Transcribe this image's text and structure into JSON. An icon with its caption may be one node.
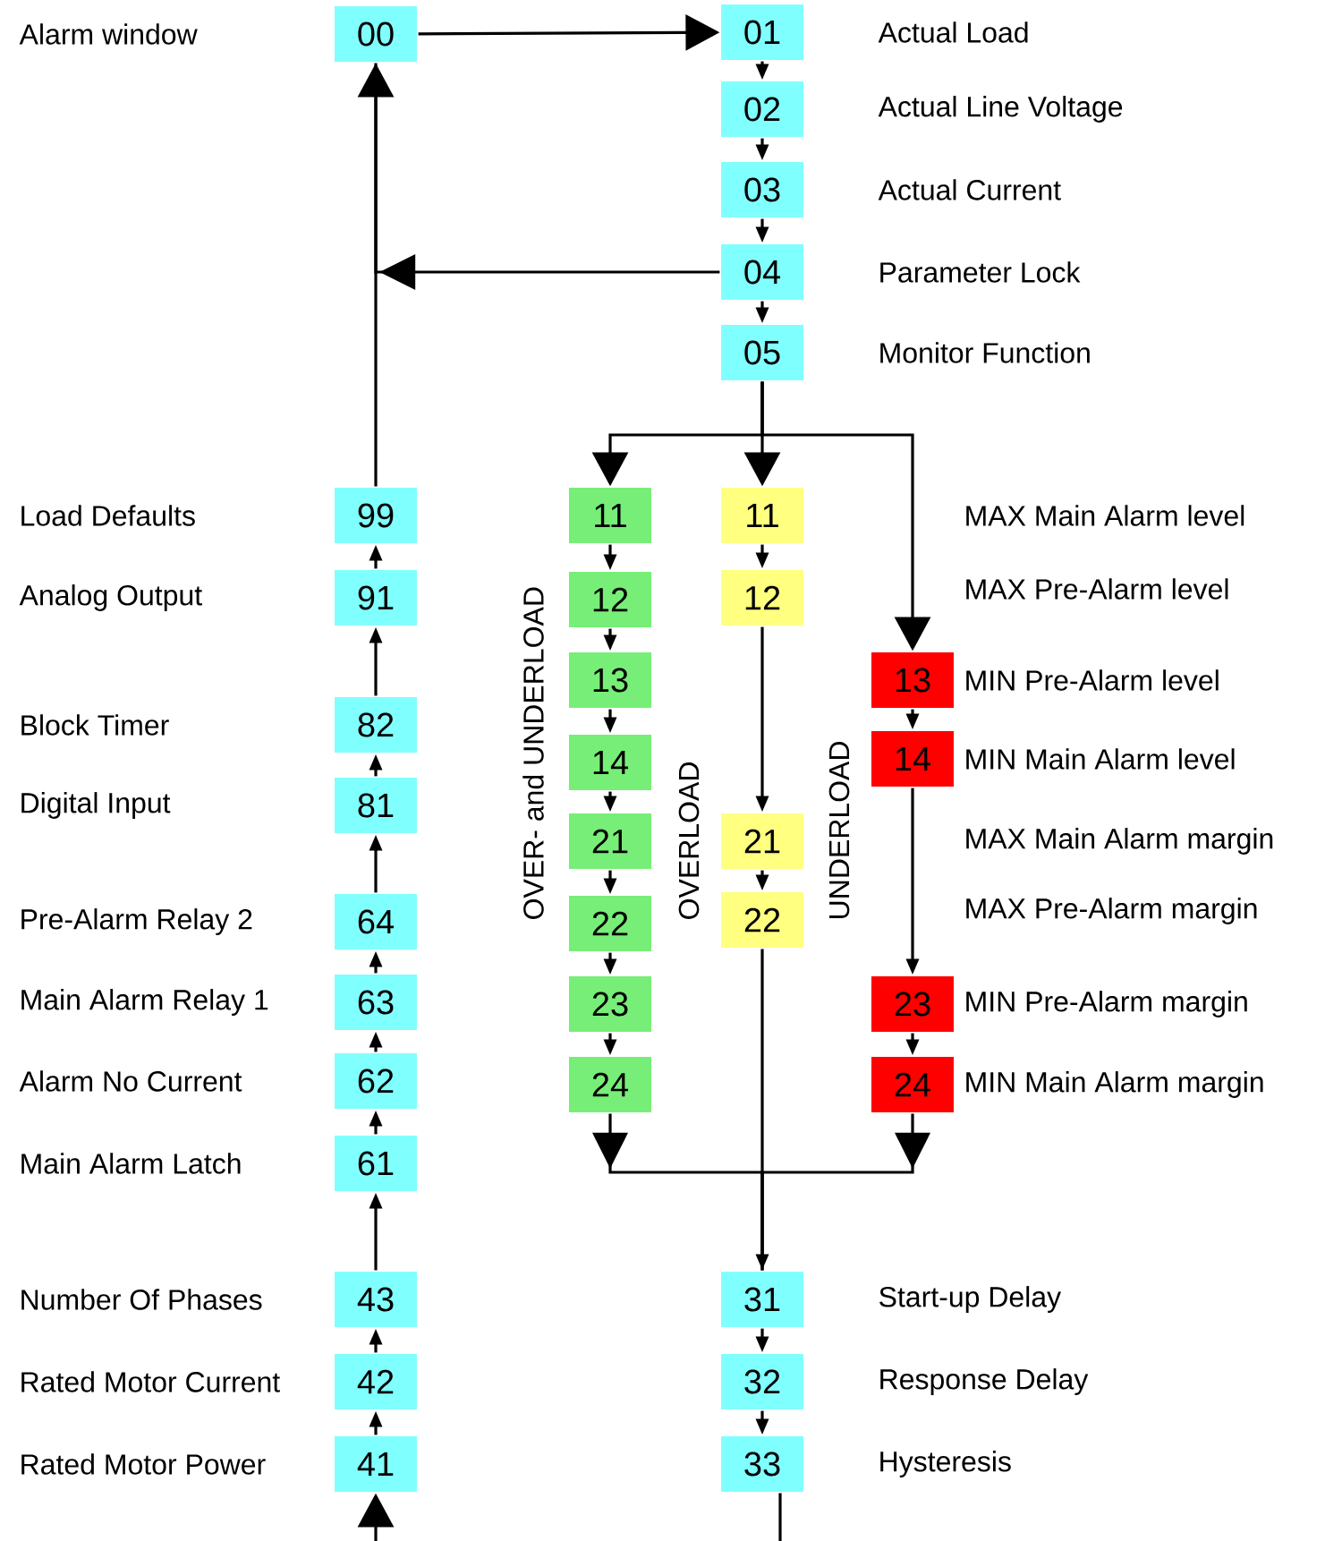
{
  "diagram": {
    "nodes": [
      {
        "text": [
          "00"
        ]
      },
      {
        "text": [
          "01"
        ],
        "beside": [
          "Actual Load"
        ]
      },
      {
        "text": [
          "02"
        ],
        "beside": [
          "Actual Line Voltage"
        ]
      },
      {
        "text": [
          "03"
        ],
        "beside": [
          "Actual Current"
        ]
      },
      {
        "text": [
          "04"
        ],
        "beside": [
          "Parameter Lock"
        ]
      },
      {
        "text": [
          "05"
        ],
        "beside": [
          "Monitor Function"
        ]
      },
      {
        "text": [
          "99"
        ]
      },
      {
        "text": [
          "91"
        ]
      },
      {
        "text": [
          "82"
        ]
      },
      {
        "text": [
          "81"
        ]
      },
      {
        "text": [
          "64"
        ],
        "beside": [
          "Pre-Alarm Relay 2"
        ]
      },
      {
        "text": [
          "63"
        ],
        "beside": [
          "Main Alarm Relay 1"
        ]
      },
      {
        "text": [
          "62"
        ],
        "beside": [
          "Alarm No Current"
        ]
      },
      {
        "text": [
          "61"
        ],
        "beside": [
          "Main Alarm Latch"
        ]
      },
      {
        "text": [
          "43"
        ],
        "beside": [
          "Number Of Phases"
        ]
      },
      {
        "text": [
          "42"
        ],
        "beside": [
          "Rated Motor Current"
        ]
      },
      {
        "text": [
          "41"
        ],
        "beside": [
          "Rated Motor Power"
        ]
      },
      {
        "text": [
          "11"
        ]
      },
      {
        "text": [
          "12"
        ]
      },
      {
        "text": [
          "13"
        ]
      },
      {
        "text": [
          "14"
        ]
      },
      {
        "text": [
          "21"
        ]
      },
      {
        "text": [
          "22"
        ]
      },
      {
        "text": [
          "23"
        ]
      },
      {
        "text": [
          "24"
        ]
      },
      {
        "text": [
          "11"
        ]
      },
      {
        "text": [
          "12"
        ]
      },
      {
        "text": [
          "21"
        ]
      },
      {
        "text": [
          "22"
        ]
      },
      {
        "text": [
          "13"
        ],
        "beside": [
          "MIN Pre-Alarm level"
        ]
      },
      {
        "text": [
          "14"
        ],
        "beside": [
          "MIN Main Alarm level"
        ]
      },
      {
        "text": [
          "23"
        ],
        "beside": [
          "MIN Pre-Alarm margin"
        ]
      },
      {
        "text": [
          "24"
        ],
        "beside": [
          "MIN Main Alarm margin"
        ]
      },
      {
        "text": [
          "31"
        ],
        "beside": [
          "Start-up Delay"
        ]
      },
      {
        "text": [
          "32"
        ],
        "beside": [
          "Response Delay"
        ]
      },
      {
        "text": [
          "33"
        ],
        "beside": [
          "Hysteresis"
        ]
      }
    ],
    "edges": [
      {
        "from": 0,
        "to": 1,
        "arrow": "to"
      },
      {
        "from": 1,
        "to": 2,
        "arrow": "to"
      },
      {
        "from": 2,
        "to": 3,
        "arrow": "to"
      },
      {
        "from": 3,
        "to": 4,
        "arrow": "to"
      },
      {
        "from": 4,
        "to": 5,
        "arrow": "to"
      },
      {
        "from": 4,
        "to": 0,
        "arrow": "to"
      },
      {
        "from": 16,
        "to": 15,
        "arrow": "to"
      },
      {
        "from": 15,
        "to": 14,
        "arrow": "to"
      },
      {
        "from": 14,
        "to": 13,
        "arrow": "to"
      },
      {
        "from": 13,
        "to": 12,
        "arrow": "to"
      },
      {
        "from": 12,
        "to": 11,
        "arrow": "to"
      },
      {
        "from": 11,
        "to": 10,
        "arrow": "to"
      },
      {
        "from": 10,
        "to": 9,
        "arrow": "to"
      },
      {
        "from": 9,
        "to": 8,
        "arrow": "to"
      },
      {
        "from": 8,
        "to": 7,
        "arrow": "to"
      },
      {
        "from": 7,
        "to": 6,
        "arrow": "to"
      },
      {
        "from": 6,
        "to": 0,
        "arrow": "to"
      },
      {
        "from": 5,
        "to": 17,
        "arrow": "to"
      },
      {
        "from": 5,
        "to": 25,
        "arrow": "to"
      },
      {
        "from": 5,
        "to": 29,
        "arrow": "to"
      },
      {
        "from": 17,
        "to": 18,
        "arrow": "to"
      },
      {
        "from": 18,
        "to": 19,
        "arrow": "to"
      },
      {
        "from": 19,
        "to": 20,
        "arrow": "to"
      },
      {
        "from": 20,
        "to": 21,
        "arrow": "to"
      },
      {
        "from": 21,
        "to": 22,
        "arrow": "to"
      },
      {
        "from": 22,
        "to": 23,
        "arrow": "to"
      },
      {
        "from": 23,
        "to": 24,
        "arrow": "to"
      },
      {
        "from": 25,
        "to": 26,
        "arrow": "to"
      },
      {
        "from": 26,
        "to": 27,
        "arrow": "to"
      },
      {
        "from": 27,
        "to": 28,
        "arrow": "to"
      },
      {
        "from": 29,
        "to": 30,
        "arrow": "to"
      },
      {
        "from": 30,
        "to": 31,
        "arrow": "to"
      },
      {
        "from": 31,
        "to": 32,
        "arrow": "to"
      },
      {
        "from": 24,
        "to": 33,
        "arrow": "to"
      },
      {
        "from": 28,
        "to": 33,
        "arrow": "to"
      },
      {
        "from": 32,
        "to": 33,
        "arrow": "to"
      },
      {
        "from": 33,
        "to": 34,
        "arrow": "to"
      },
      {
        "from": 34,
        "to": 35,
        "arrow": "to"
      },
      {
        "from": 35,
        "to": null,
        "arrow": "none"
      },
      {
        "from": null,
        "to": 16,
        "arrow": "to"
      }
    ],
    "labels": [
      "Alarm window",
      "Load Defaults",
      "MAX Main Alarm level",
      "Analog Output",
      "MAX Pre-Alarm level",
      "Block Timer",
      "Digital Input",
      "OVER- and UNDERLOAD",
      "OVERLOAD",
      "UNDERLOAD",
      "MAX Main Alarm margin",
      "MAX Pre-Alarm margin"
    ]
  }
}
